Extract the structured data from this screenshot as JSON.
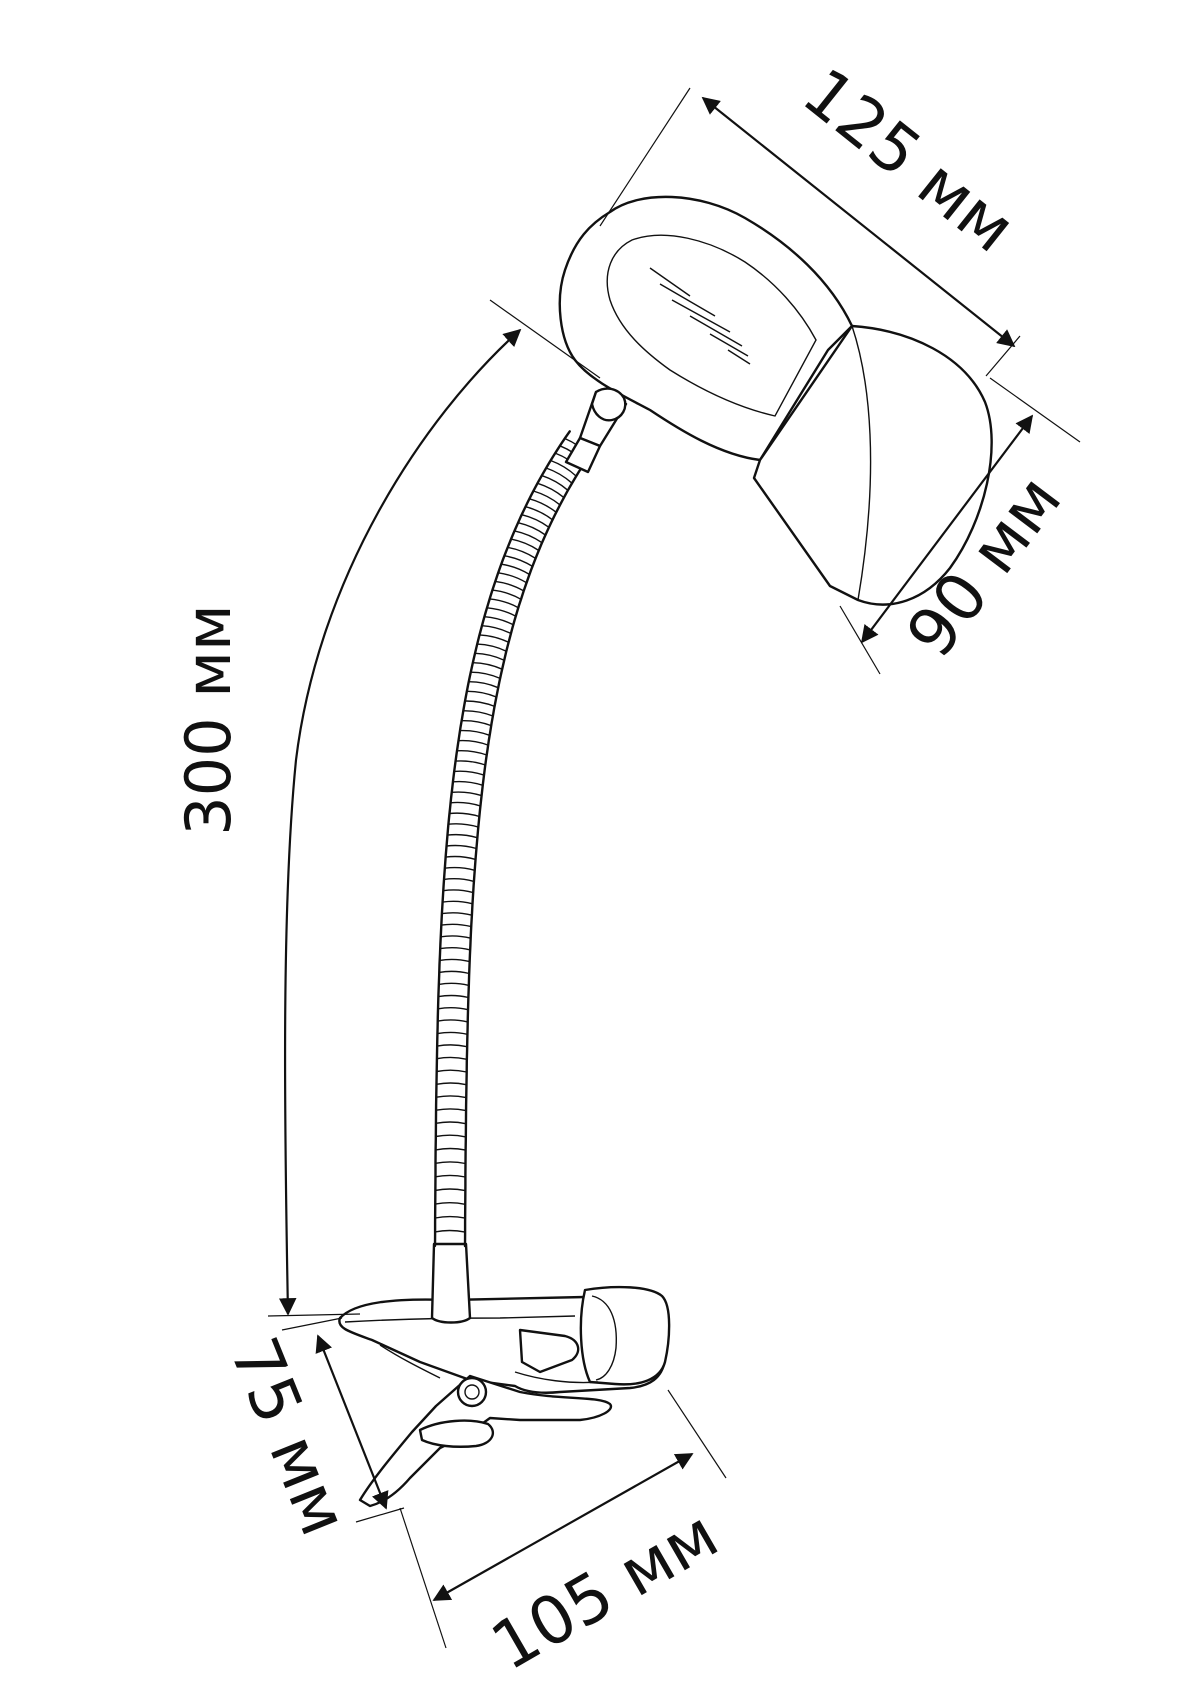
{
  "dimensions": {
    "shade_length": "125 мм",
    "shade_diameter": "90 мм",
    "arm_length": "300 мм",
    "clip_height": "75 мм",
    "clip_length": "105 мм"
  },
  "colors": {
    "line": "#111111",
    "background": "#ffffff"
  }
}
